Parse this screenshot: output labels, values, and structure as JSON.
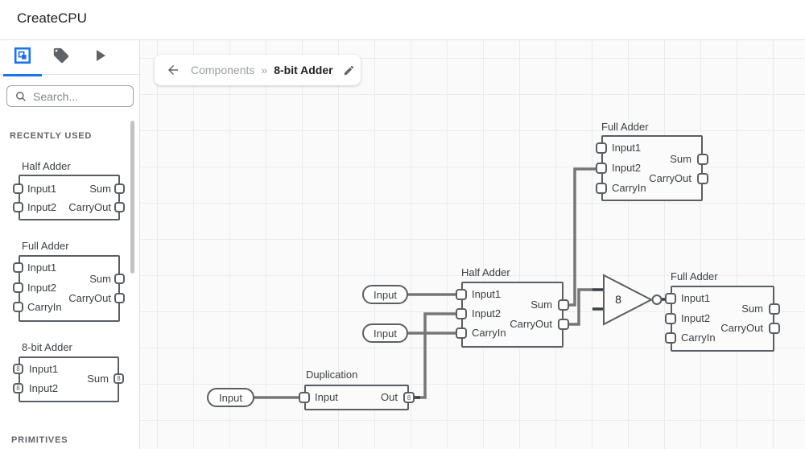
{
  "app": {
    "title": "CreateCPU"
  },
  "sidebar": {
    "search_placeholder": "Search...",
    "recently_used_label": "RECENTLY USED",
    "primitives_label": "PRIMITIVES",
    "components": [
      {
        "title": "Half Adder",
        "inputs": [
          "Input1",
          "Input2"
        ],
        "outputs": [
          "Sum",
          "CarryOut"
        ]
      },
      {
        "title": "Full Adder",
        "inputs": [
          "Input1",
          "Input2",
          "CarryIn"
        ],
        "outputs": [
          "Sum",
          "CarryOut"
        ]
      },
      {
        "title": "8-bit Adder",
        "inputs": [
          "Input1",
          "Input2"
        ],
        "outputs": [
          "Sum"
        ],
        "bit_width": "8"
      }
    ]
  },
  "breadcrumb": {
    "parent": "Components",
    "separator": "»",
    "current": "8-bit Adder"
  },
  "canvas": {
    "nodes": [
      {
        "title": "Full Adder",
        "inputs": [
          "Input1",
          "Input2",
          "CarryIn"
        ],
        "outputs": [
          "Sum",
          "CarryOut"
        ]
      },
      {
        "title": "Half Adder",
        "inputs": [
          "Input1",
          "Input2",
          "CarryIn"
        ],
        "outputs": [
          "Sum",
          "CarryOut"
        ]
      },
      {
        "title": "Full Adder",
        "inputs": [
          "Input1",
          "Input2",
          "CarryIn"
        ],
        "outputs": [
          "Sum",
          "CarryOut"
        ]
      },
      {
        "title": "Duplication",
        "inputs": [
          "Input"
        ],
        "outputs": [
          "Out"
        ],
        "out_bits": "8"
      }
    ],
    "input_pins": [
      {
        "label": "Input"
      },
      {
        "label": "Input"
      },
      {
        "label": "Input"
      }
    ],
    "merger": {
      "bits": "8"
    }
  },
  "colors": {
    "accent": "#1a73e8",
    "node_border": "#5a5e62",
    "wire": "#767676",
    "canvas_bg": "#fafafa"
  }
}
